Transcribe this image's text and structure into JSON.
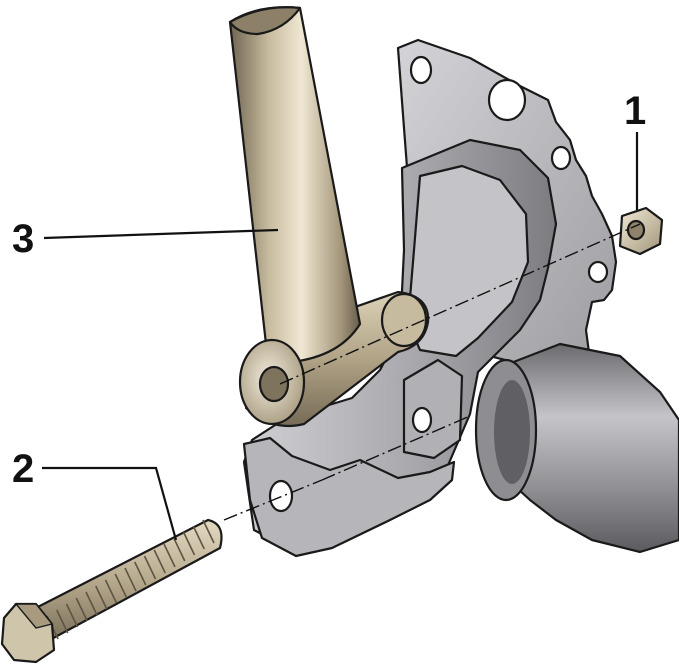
{
  "diagram": {
    "callouts": [
      {
        "id": "1",
        "label": "1",
        "part": "nut"
      },
      {
        "id": "2",
        "label": "2",
        "part": "bolt"
      },
      {
        "id": "3",
        "label": "3",
        "part": "tube"
      }
    ],
    "colors": {
      "bracket": "#b9b9bd",
      "bracket_dark": "#7d7d82",
      "tube": "#b3a68b",
      "tube_dark": "#6d6350",
      "bolt": "#b8ac90",
      "outline": "#1a1a1a"
    }
  }
}
